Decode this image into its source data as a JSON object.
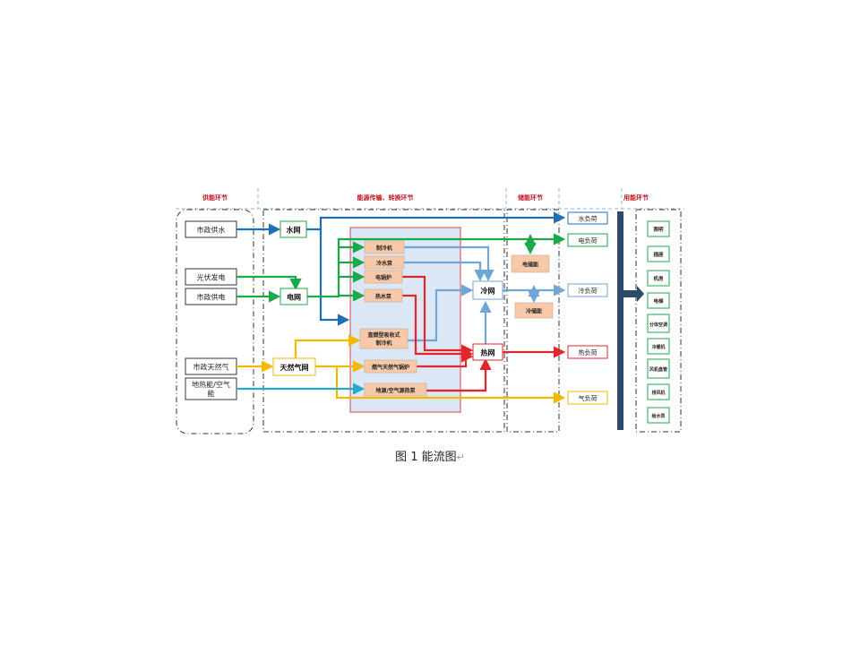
{
  "sections": {
    "supply": "供能环节",
    "transmission": "能源传输、转换环节",
    "storage": "储能环节",
    "usage": "用能环节"
  },
  "sources": {
    "water": "市政供水",
    "pv": "光伏发电",
    "grid": "市政供电",
    "gas": "市政天然气",
    "geo_line1": "地热能/空气",
    "geo_line2": "能"
  },
  "networks": {
    "water_net": "水网",
    "power_net": "电网",
    "gas_net": "天然气网",
    "cold_net": "冷网",
    "heat_net": "热网"
  },
  "converters": {
    "chiller": "制冷机",
    "cold_pump": "冷水泵",
    "electric_boiler": "电锅炉",
    "heat_pump": "热水泵",
    "absorption_line1": "直燃型吸收式",
    "absorption_line2": "制冷机",
    "gas_boiler": "燃气天然气锅炉",
    "ground_pump": "地源/空气源热泵"
  },
  "storage": {
    "electric": "电储能",
    "cold": "冷储能"
  },
  "loads": {
    "water": "水负荷",
    "electric": "电负荷",
    "cold": "冷负荷",
    "heat": "热负荷",
    "gas": "气负荷"
  },
  "end_uses": [
    "照明",
    "插座",
    "机房",
    "电梯",
    "分体空调",
    "冷暖机",
    "风机盘管",
    "排风机",
    "给水泵"
  ],
  "caption": {
    "label": "图 1  能流图",
    "return_mark": "↵"
  },
  "colors": {
    "water": "#1f6fb5",
    "electric": "#1aa84a",
    "cold": "#6fa6d6",
    "heat": "#e0262a",
    "gas": "#f5b800",
    "geo": "#27a9c9",
    "bus": "#2e4a6b",
    "converter_fill": "#f7c9a8",
    "panel_fill": "#dce7f5",
    "panel_border": "#d9454a",
    "section_title": "#c0161c"
  }
}
